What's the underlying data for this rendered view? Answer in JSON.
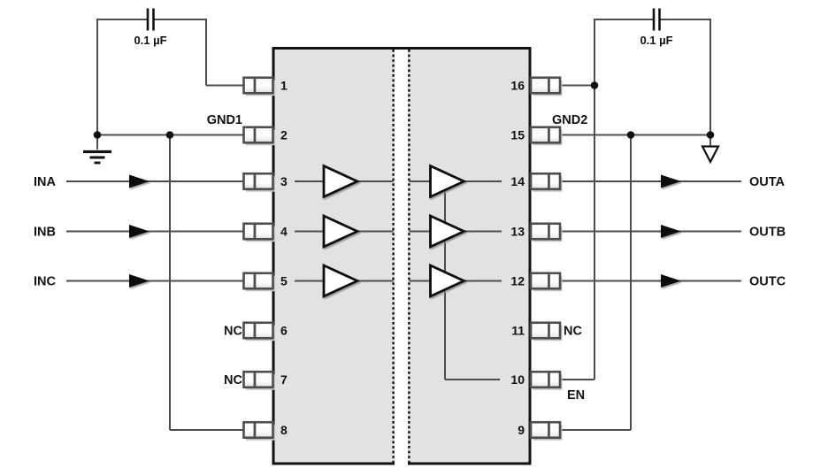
{
  "labels": {
    "cap_left": "0.1 µF",
    "cap_right": "0.1 µF",
    "gnd_left": "GND1",
    "gnd_right": "GND2",
    "en": "EN",
    "nc": "NC"
  },
  "inputs": [
    {
      "label": "INA",
      "pin": "3"
    },
    {
      "label": "INB",
      "pin": "4"
    },
    {
      "label": "INC",
      "pin": "5"
    }
  ],
  "outputs": [
    {
      "label": "OUTA",
      "pin": "14"
    },
    {
      "label": "OUTB",
      "pin": "13"
    },
    {
      "label": "OUTC",
      "pin": "12"
    }
  ],
  "pin_numbers": {
    "left": [
      "1",
      "2",
      "3",
      "4",
      "5",
      "6",
      "7",
      "8"
    ],
    "right": [
      "16",
      "15",
      "14",
      "13",
      "12",
      "11",
      "10",
      "9"
    ]
  },
  "colors": {
    "background": "#ffffff",
    "ic_fill": "#e2e2e2",
    "outline": "#111111",
    "wire": "#4d4d4d",
    "text": "#111111"
  }
}
